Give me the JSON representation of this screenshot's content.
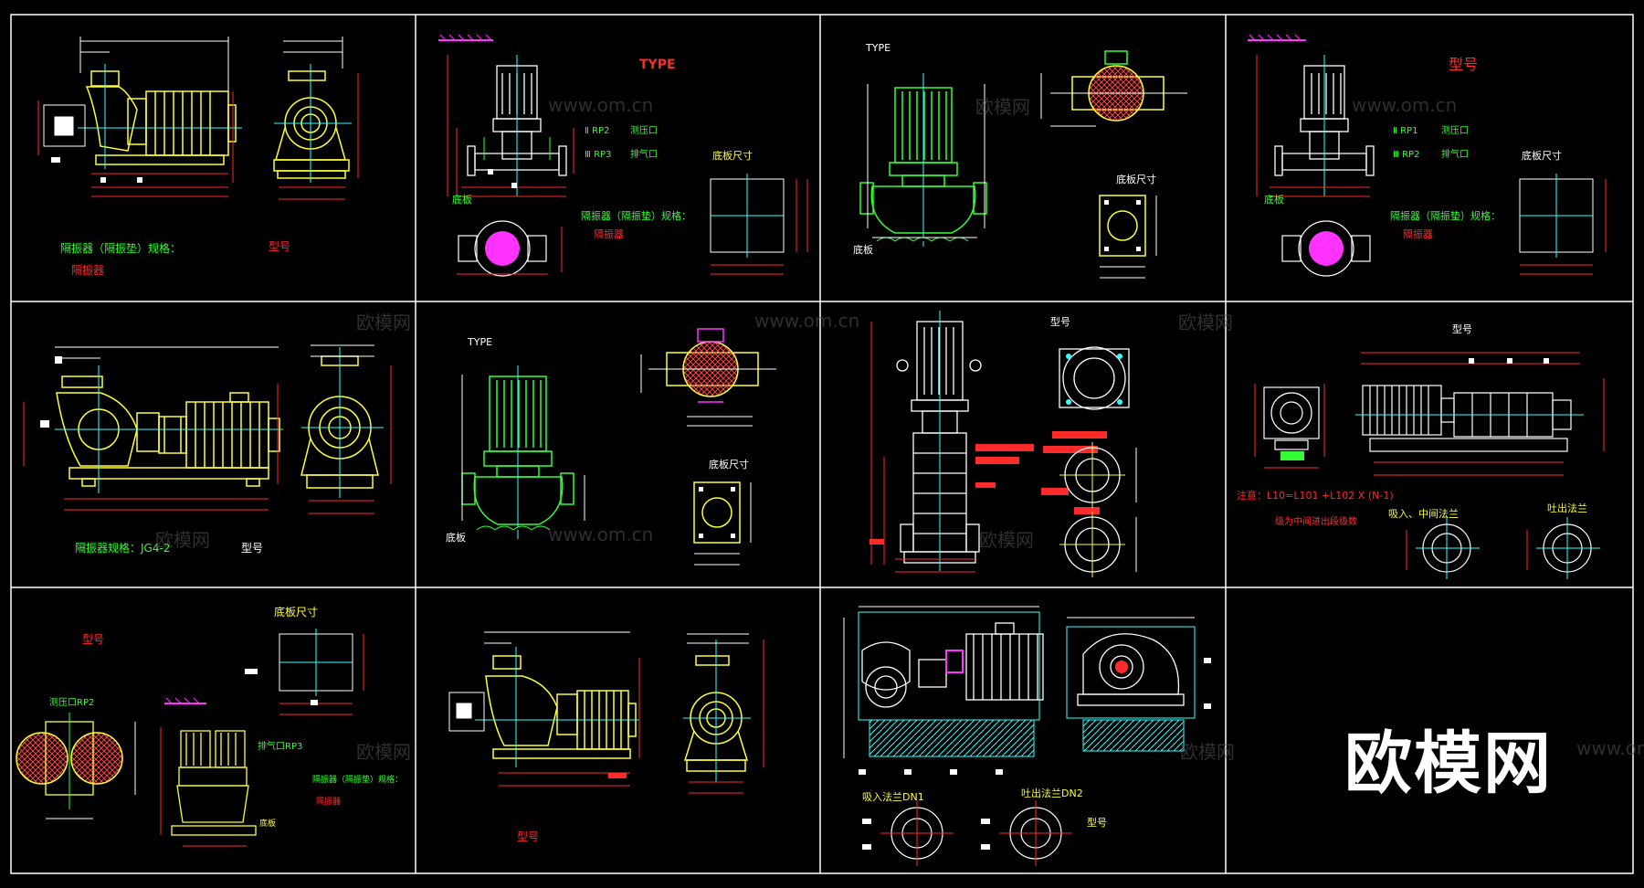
{
  "brand": {
    "logo_text": "欧模网",
    "watermark_cn": "欧模网",
    "watermark_url": "www.om.cn"
  },
  "colors": {
    "background": "#000000",
    "frame": "#ffffff",
    "red": "#ff2a2a",
    "yellow": "#ffff33",
    "green": "#33ff33",
    "cyan": "#33ffff",
    "magenta": "#ff33ff",
    "white": "#ffffff"
  },
  "panels": [
    {
      "id": "p1",
      "labels": {
        "isolator_spec": "隔振器（隔振垫）规格：",
        "isolator": "隔振器",
        "model": "型号"
      }
    },
    {
      "id": "p2",
      "labels": {
        "type": "TYPE",
        "rp2": "Ⅱ RP2",
        "rp3": "Ⅲ RP3",
        "gauge_port": "测压口",
        "vent_port": "排气口",
        "base_size": "底板尺寸",
        "isolator_spec": "隔振器（隔振垫）规格：",
        "isolator": "隔振器",
        "base": "底板"
      }
    },
    {
      "id": "p3",
      "labels": {
        "type": "TYPE",
        "base_size": "底板尺寸",
        "base": "底板"
      }
    },
    {
      "id": "p4",
      "labels": {
        "model": "型号",
        "rp1": "Ⅱ RP1",
        "rp2": "Ⅲ RP2",
        "gauge_port": "测压口",
        "vent_port": "排气口",
        "base_size": "底板尺寸",
        "isolator_spec": "隔振器（隔振垫）规格：",
        "isolator": "隔振器",
        "base": "底板"
      }
    },
    {
      "id": "p5",
      "labels": {
        "isolator_spec": "隔振器规格：JG4-2",
        "model": "型号"
      }
    },
    {
      "id": "p6",
      "labels": {
        "type": "TYPE",
        "base_size": "底板尺寸",
        "base": "底板"
      }
    },
    {
      "id": "p7",
      "labels": {
        "model": "型号"
      }
    },
    {
      "id": "p8",
      "labels": {
        "model": "型号",
        "note": "注意：L10=L101 +L102 X (N-1)",
        "note2": "级为中间进出段级数",
        "inlet": "吸入、中间法兰",
        "outlet": "吐出法兰"
      }
    },
    {
      "id": "p9",
      "labels": {
        "model": "型号",
        "base_size": "底板尺寸",
        "vent": "排气口RP3",
        "gauge": "测压口RP2",
        "isolator_spec": "隔振器（隔振垫）规格：",
        "isolator": "隔振器",
        "base": "底板"
      }
    },
    {
      "id": "p10",
      "labels": {
        "model": "型号"
      }
    },
    {
      "id": "p11",
      "labels": {
        "inlet": "吸入法兰DN1",
        "outlet": "吐出法兰DN2",
        "model": "型号"
      }
    },
    {
      "id": "p12",
      "labels": {}
    }
  ]
}
